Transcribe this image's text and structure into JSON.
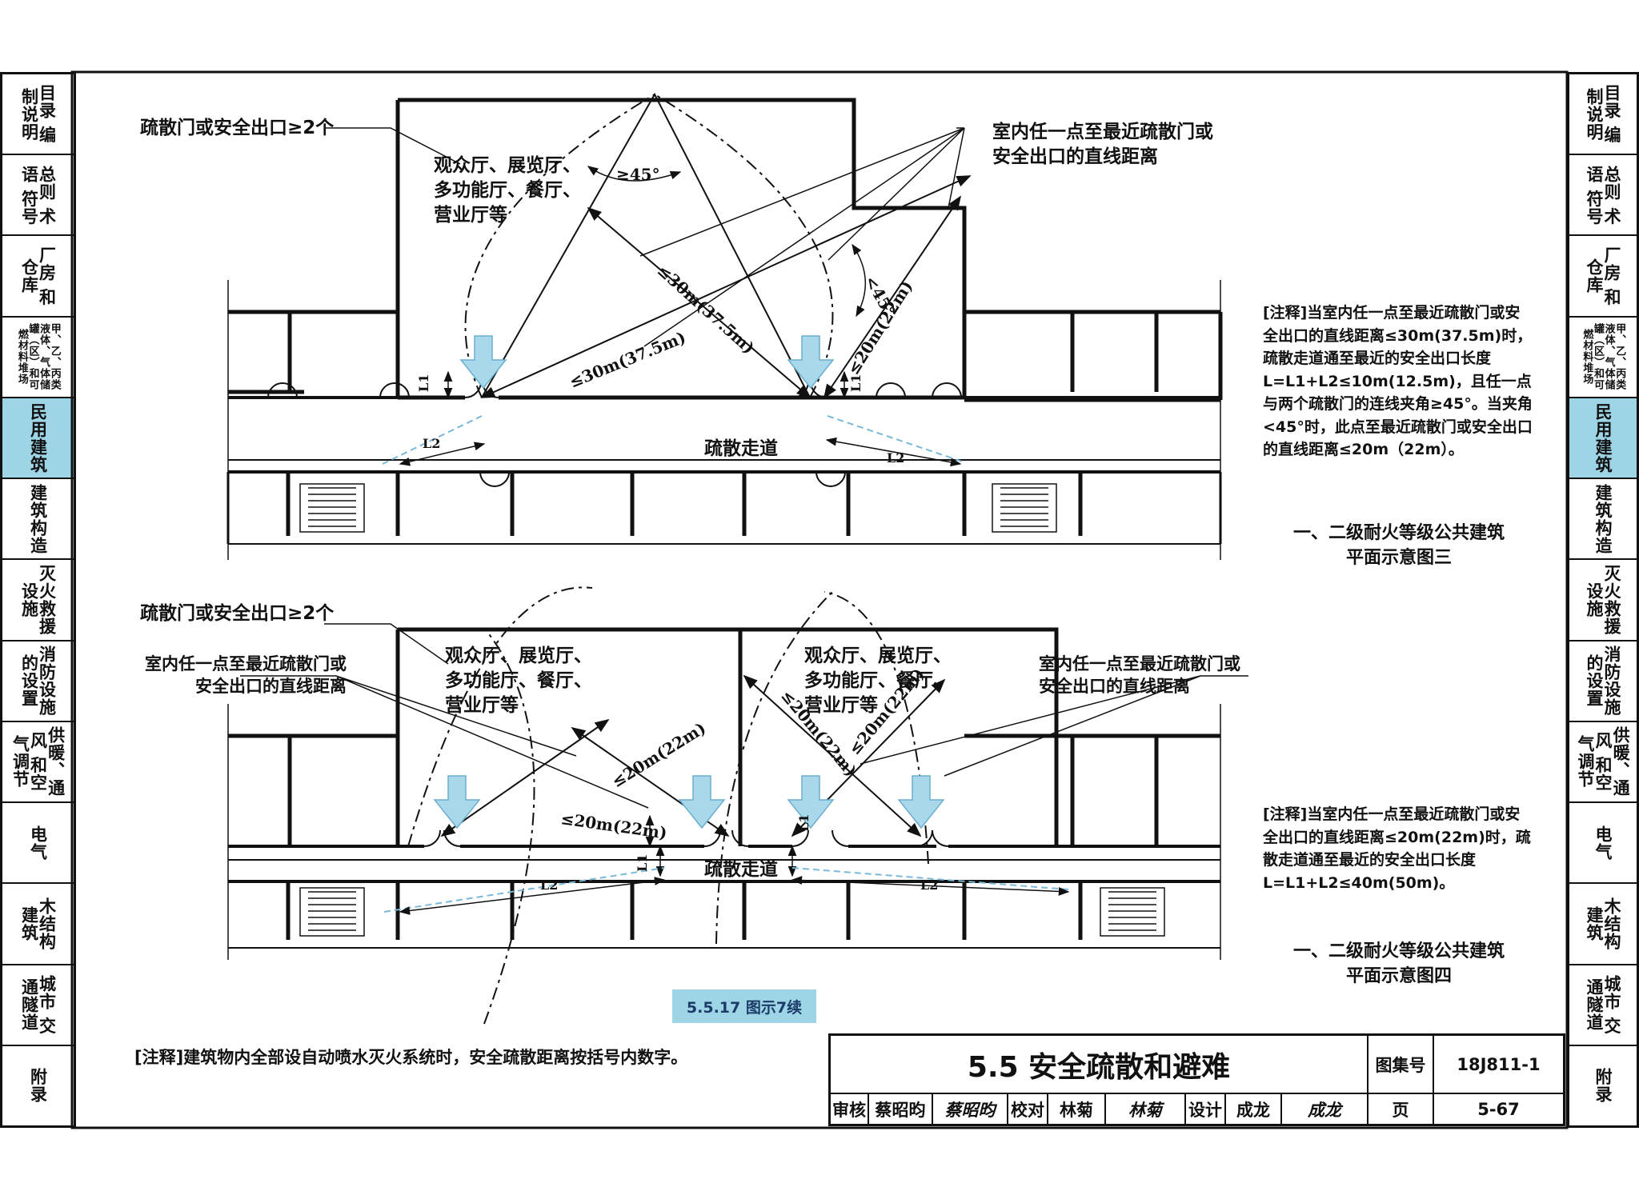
{
  "left_tabs": [
    {
      "id": "contents",
      "label": "目录\n编制说明"
    },
    {
      "id": "general",
      "label": "总则\n术语\n符号"
    },
    {
      "id": "factory",
      "label": "厂房\n和仓库"
    },
    {
      "id": "storage",
      "label": "甲、乙、丙类液体、气体储罐（区）和可燃材料堆场"
    },
    {
      "id": "civil",
      "label": "民用建筑"
    },
    {
      "id": "construction",
      "label": "建筑构造"
    },
    {
      "id": "rescue",
      "label": "灭火救援\n设施"
    },
    {
      "id": "fire-facility",
      "label": "消防设施\n的设置"
    },
    {
      "id": "hvac",
      "label": "供暖、通风\n和空气调节"
    },
    {
      "id": "electric",
      "label": "电气"
    },
    {
      "id": "wood",
      "label": "木结构\n建筑"
    },
    {
      "id": "tunnel",
      "label": "城市\n交通隧道"
    },
    {
      "id": "appendix",
      "label": "附录"
    }
  ],
  "active_tab": "civil",
  "diagram1": {
    "label_exits": "疏散门或安全出口≥2个",
    "label_rooms": "观众厅、展览厅、\n多功能厅、餐厅、\n营业厅等",
    "label_distance": "室内任一点至最近疏散门或\n安全出口的直线距离",
    "angle_ge": "≥45°",
    "angle_lt": "<45°",
    "dim_30": "≤30m(37.5m)",
    "dim_20": "≤20m(22m)",
    "corridor": "疏散走道",
    "l1": "L1",
    "l2": "L2",
    "note": "[注释]当室内任一点至最近疏散门或安全出口的直线距离≤30m(37.5m)时，疏散走道通至最近的安全出口长度L=L1+L2≤10m(12.5m)，且任一点与两个疏散门的连线夹角≥45°。当夹角<45°时，此点至最近疏散门或安全出口的直线距离≤20m（22m）。",
    "caption": "一、二级耐火等级公共建筑\n平面示意图三"
  },
  "diagram2": {
    "label_exits": "疏散门或安全出口≥2个",
    "label_distance_left": "室内任一点至最近疏散门或\n安全出口的直线距离",
    "label_distance_right": "室内任一点至最近疏散门或\n安全出口的直线距离",
    "label_rooms": "观众厅、展览厅、\n多功能厅、餐厅、\n营业厅等",
    "dim_20": "≤20m(22m)",
    "corridor": "疏散走道",
    "l1": "L1",
    "l2": "L2",
    "note": "[注释]当室内任一点至最近疏散门或安全出口的直线距离≤20m(22m)时，疏散走道通至最近的安全出口长度L=L1+L2≤40m(50m)。",
    "caption": "一、二级耐火等级公共建筑\n平面示意图四"
  },
  "figure_label": "5.5.17 图示7续",
  "footnote": "[注释]建筑物内全部设自动喷水灭火系统时，安全疏散距离按括号内数字。",
  "title_block": {
    "title": "5.5 安全疏散和避难",
    "atlas_label": "图集号",
    "atlas_no": "18J811-1",
    "review_label": "审核",
    "reviewer": "蔡昭昀",
    "reviewer_sig": "蔡昭昀",
    "check_label": "校对",
    "checker": "林菊",
    "checker_sig": "林菊",
    "design_label": "设计",
    "designer": "成龙",
    "designer_sig": "成龙",
    "page_label": "页",
    "page_no": "5-67"
  },
  "colors": {
    "accent": "#9dd4e6",
    "arrow": "#a8d8ea",
    "dash": "#7ab8d8",
    "ink": "#111111"
  }
}
